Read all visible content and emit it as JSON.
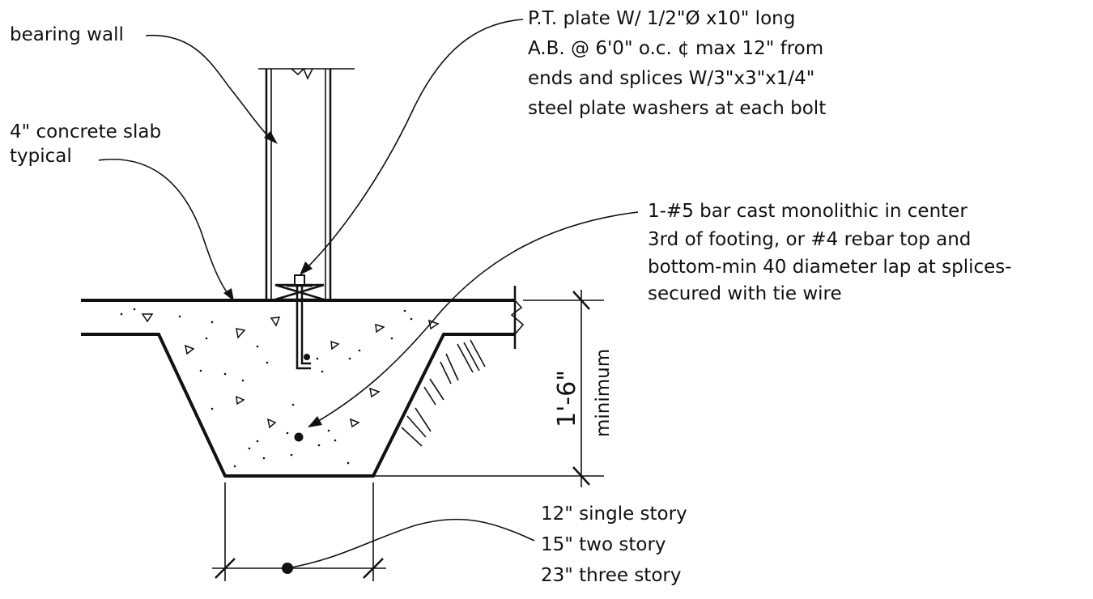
{
  "labels": {
    "bearing_wall": "bearing wall",
    "slab_1": "4\" concrete slab",
    "slab_2": "typical",
    "plate_1": "P.T. plate W/ 1/2\"Ø x10\" long",
    "plate_2": "A.B. @ 6'0\" o.c. ¢ max 12\" from",
    "plate_3": "ends and splices W/3\"x3\"x1/4\"",
    "plate_4": "steel plate washers at each bolt",
    "bar_1": "1-#5 bar cast monolithic in center",
    "bar_2": "3rd of footing, or #4 rebar top and",
    "bar_3": "bottom-min 40 diameter lap at splices-",
    "bar_4": "secured with tie wire",
    "depth": "1'-6\"",
    "depth_note": "minimum",
    "width_1": "12\" single story",
    "width_2": "15\" two story",
    "width_3": "23\" three story"
  }
}
